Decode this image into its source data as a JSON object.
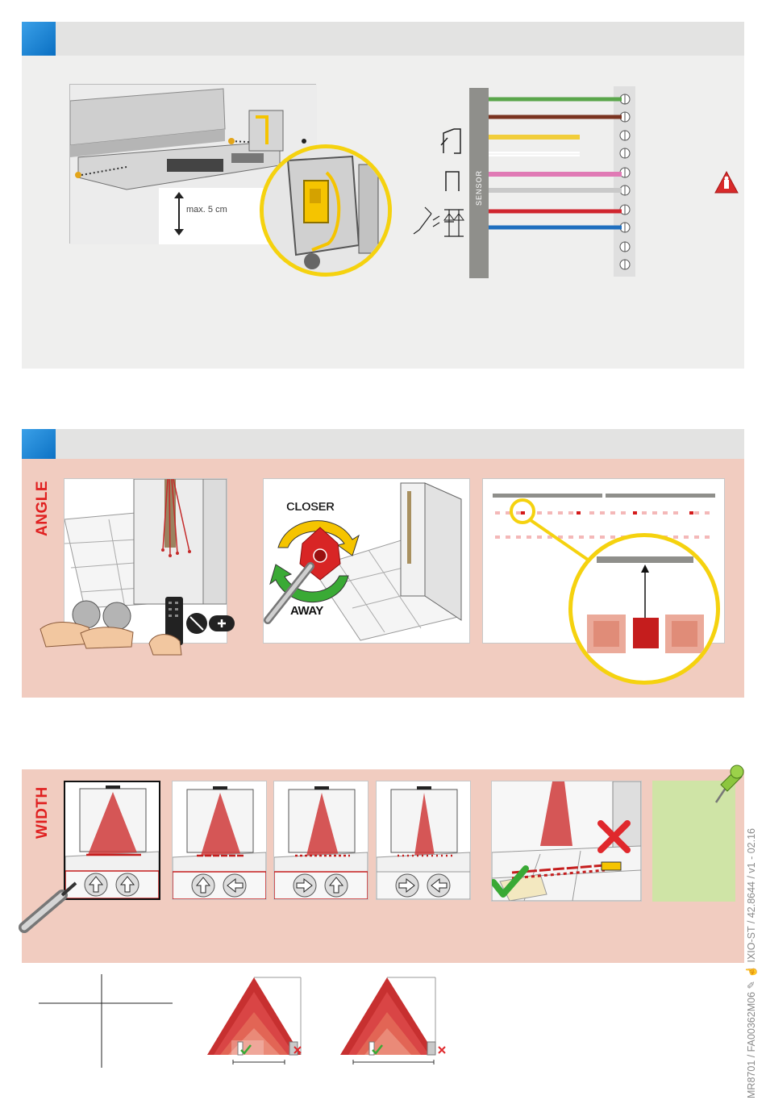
{
  "install": {
    "max_label": "max. 5 cm"
  },
  "wiring": {
    "sensor_label": "SENSOR",
    "wire_colors": [
      "#5aa64b",
      "#7a3320",
      "#f1cd3a",
      "#ffffff",
      "#e07ab5",
      "#c9c9c9",
      "#d0262f",
      "#1f6fbf"
    ]
  },
  "angle": {
    "label": "ANGLE",
    "closer": "CLOSER",
    "away": "AWAY"
  },
  "width": {
    "label": "WIDTH"
  },
  "footer": {
    "text": "MR8701 / FA00362M06 ✎ ☝ IXIO-ST / 42.8644 / v1 - 02.16"
  },
  "colors": {
    "accent_blue": "#0a6fc2",
    "header_gray": "#e3e3e2",
    "pink_bg": "#f1ccc0",
    "red": "#e02020",
    "yellow": "#f5d20f",
    "note_green": "#cfe4a6"
  }
}
